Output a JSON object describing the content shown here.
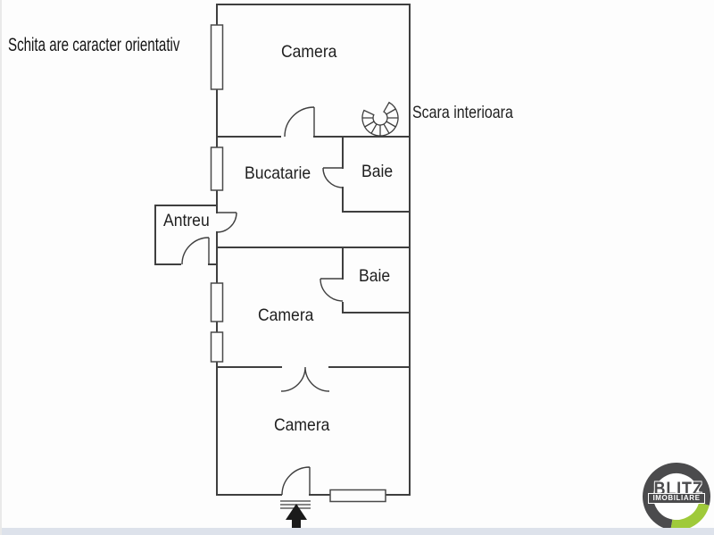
{
  "disclaimer": "Schita are caracter orientativ",
  "annotations": {
    "stairs_label": "Scara interioara"
  },
  "rooms": {
    "camera_top": "Camera",
    "bucatarie": "Bucatarie",
    "baie_top": "Baie",
    "antreu": "Antreu",
    "baie_mid": "Baie",
    "camera_mid": "Camera",
    "camera_bottom": "Camera"
  },
  "logo": {
    "brand": "BLITZ",
    "tagline": "IMOBILIARE",
    "ring_color": "#4b4b4d",
    "accent_color": "#9fca3a"
  },
  "colors": {
    "wall": "#3f3f3f",
    "background": "#fdfdfd",
    "footer_strip": "#dde2eb",
    "text": "#1f1f1f"
  }
}
